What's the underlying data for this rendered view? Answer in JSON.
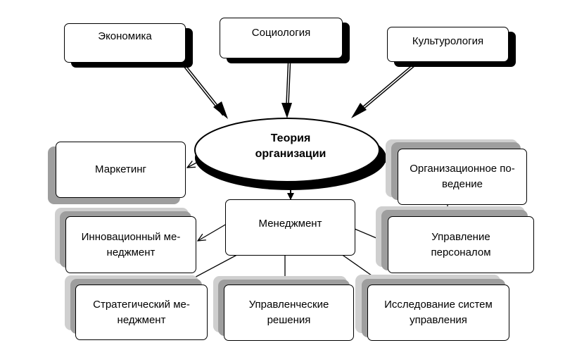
{
  "nodes": {
    "center": {
      "line1": "Теория",
      "line2": "организации"
    },
    "economics": "Экономика",
    "sociology": "Социология",
    "culturology": "Культурология",
    "marketing": "Маркетинг",
    "org_behavior": {
      "line1": "Организационное по-",
      "line2": "ведение"
    },
    "management": "Менеджмент",
    "innovation": {
      "line1": "Инновационный ме-",
      "line2": "неджмент"
    },
    "personnel": {
      "line1": "Управление",
      "line2": "персоналом"
    },
    "strategic": {
      "line1": "Стратегический ме-",
      "line2": "неджмент"
    },
    "decisions": {
      "line1": "Управленческие",
      "line2": "решения"
    },
    "systems": {
      "line1": "Исследование систем",
      "line2": "управления"
    }
  }
}
